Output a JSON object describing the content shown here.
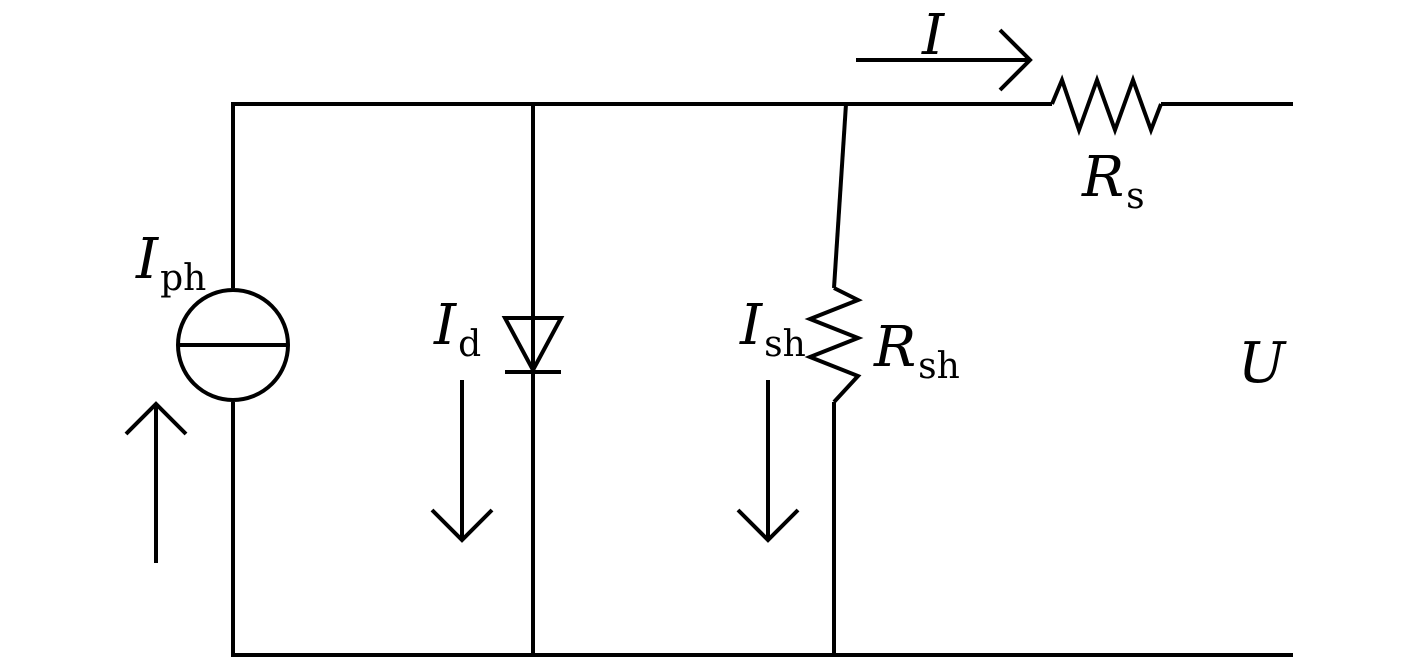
{
  "labels": {
    "I": {
      "main": "I",
      "sub": ""
    },
    "Iph": {
      "main": "I",
      "sub": "ph"
    },
    "Id": {
      "main": "I",
      "sub": "d"
    },
    "Ish": {
      "main": "I",
      "sub": "sh"
    },
    "Rs": {
      "main": "R",
      "sub": "s"
    },
    "Rsh": {
      "main": "R",
      "sub": "sh"
    },
    "U": {
      "main": "U",
      "sub": ""
    }
  },
  "colors": {
    "line": "#000000",
    "background": "#ffffff"
  }
}
